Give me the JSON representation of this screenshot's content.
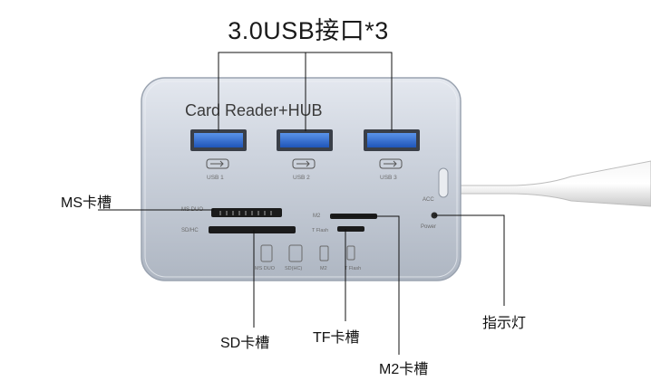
{
  "title": "3.0USB接口*3",
  "device": {
    "brand_text": "Card Reader+HUB",
    "usb_ports": [
      "USB 1",
      "USB 2",
      "USB 3"
    ],
    "slot_labels": {
      "ms_duo": "MS DUO",
      "sd_hc": "SD/HC",
      "m2": "M2",
      "t_flash": "T Flash",
      "acc": "ACC",
      "power": "Power"
    },
    "icons": [
      "MS DUO",
      "SD(HC)",
      "M2",
      "T Flash"
    ]
  },
  "callouts": {
    "ms_slot": "MS卡槽",
    "sd_slot": "SD卡槽",
    "tf_slot": "TF卡槽",
    "m2_slot": "M2卡槽",
    "indicator": "指示灯"
  },
  "colors": {
    "housing": "#c4ccd8",
    "usb_blue": "#2f6fd6",
    "slot": "#1b1b1b"
  }
}
